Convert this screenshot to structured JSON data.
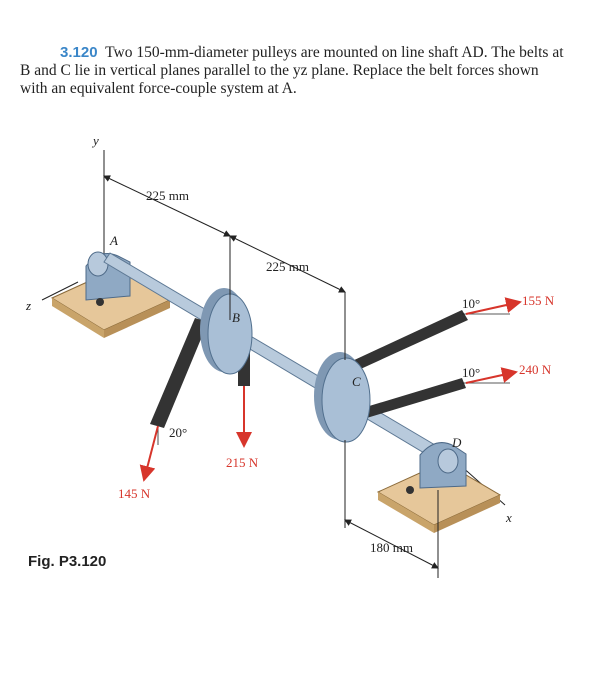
{
  "problem": {
    "number": "3.120",
    "text": "Two 150-mm-diameter pulleys are mounted on line shaft AD. The belts at B and C lie in vertical planes parallel to the yz plane. Replace the belt forces shown with an equivalent force-couple system at A."
  },
  "figure": {
    "caption": "Fig. P3.120",
    "axes": {
      "y": "y",
      "z": "z",
      "x": "x"
    },
    "points": {
      "A": "A",
      "B": "B",
      "C": "C",
      "D": "D"
    },
    "dimensions": {
      "dim_ab": "225 mm",
      "dim_bc": "225 mm",
      "dim_cd": "180 mm"
    },
    "angles": {
      "angle_b": "20°",
      "angle_c_top": "10°",
      "angle_c_bottom": "10°"
    },
    "forces": {
      "f145": "145 N",
      "f215": "215 N",
      "f155": "155 N",
      "f240": "240 N"
    },
    "colors": {
      "force_arrow": "#d7352b",
      "number_blue": "#3a86c8",
      "pulley": "#a9bfd6",
      "base": "#e6c79a"
    }
  }
}
